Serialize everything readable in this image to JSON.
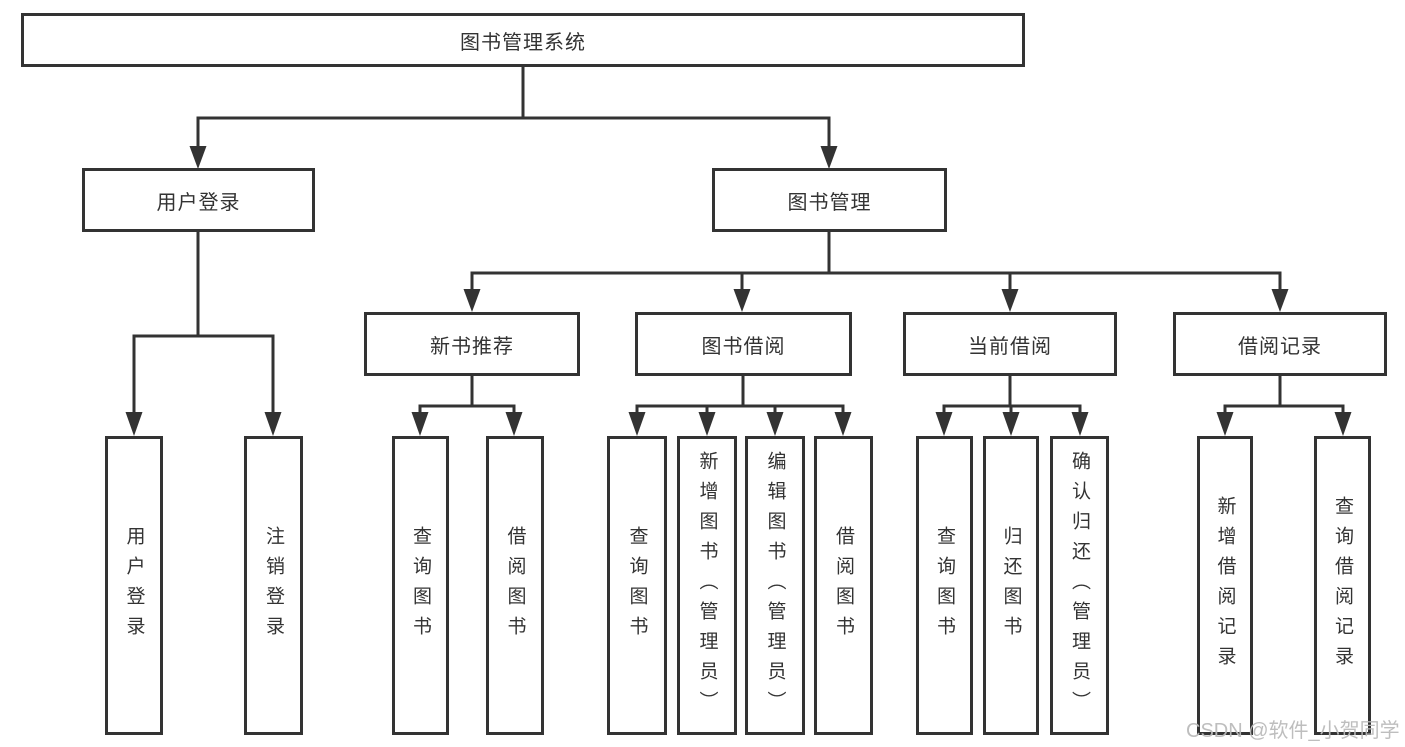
{
  "diagram": {
    "root": {
      "label": "图书管理系统"
    },
    "branches": [
      {
        "label": "用户登录",
        "children": [
          {
            "label": "用户登录"
          },
          {
            "label": "注销登录"
          }
        ]
      },
      {
        "label": "图书管理",
        "children": [
          {
            "label": "新书推荐",
            "children": [
              {
                "label": "查询图书"
              },
              {
                "label": "借阅图书"
              }
            ]
          },
          {
            "label": "图书借阅",
            "children": [
              {
                "label": "查询图书"
              },
              {
                "label": "新增图书（管理员）"
              },
              {
                "label": "编辑图书（管理员）"
              },
              {
                "label": "借阅图书"
              }
            ]
          },
          {
            "label": "当前借阅",
            "children": [
              {
                "label": "查询图书"
              },
              {
                "label": "归还图书"
              },
              {
                "label": "确认归还（管理员）"
              }
            ]
          },
          {
            "label": "借阅记录",
            "children": [
              {
                "label": "新增借阅记录"
              },
              {
                "label": "查询借阅记录"
              }
            ]
          }
        ]
      }
    ]
  },
  "watermark": {
    "text": "CSDN @软件_小贺同学"
  },
  "colors": {
    "line": "#333333",
    "box_border": "#333333",
    "background": "#ffffff",
    "watermark": "#bbbbbb"
  }
}
